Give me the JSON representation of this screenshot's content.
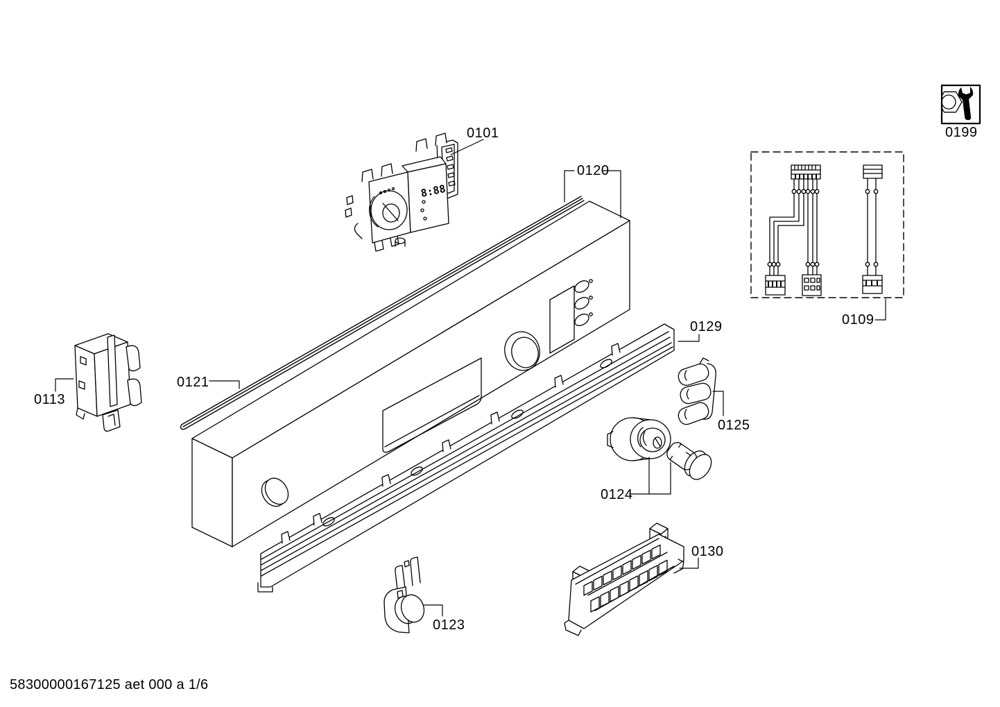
{
  "page": {
    "footer_text": "58300000167125 aet 000 a 1/6",
    "background": "#ffffff",
    "line_color": "#000000"
  },
  "module": {
    "display_text": "8:88"
  },
  "labels": {
    "l0101": "0101",
    "l0109": "0109",
    "l0113": "0113",
    "l0120": "0120",
    "l0121": "0121",
    "l0123": "0123",
    "l0124": "0124",
    "l0125": "0125",
    "l0129": "0129",
    "l0130": "0130",
    "l0199": "0199"
  },
  "legend": {
    "icon": "wrench-bolt-icon"
  }
}
